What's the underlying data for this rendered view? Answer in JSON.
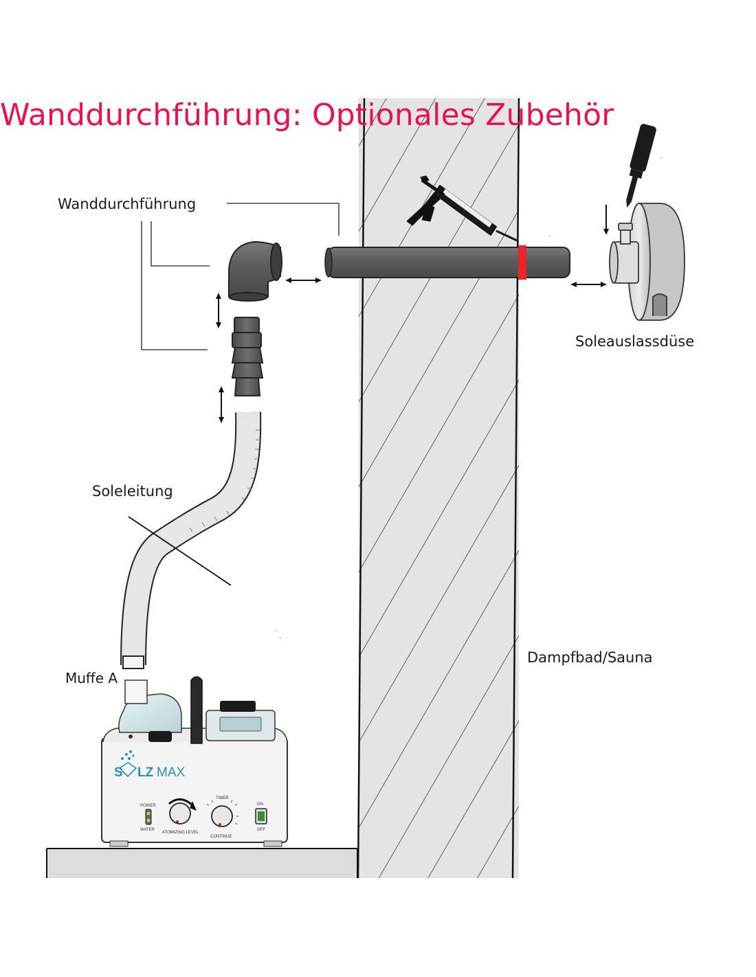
{
  "title": "Wanddurchführung: Optionales Zubehör",
  "labels": {
    "wall_passthrough": "Wanddurchführung",
    "brine_line": "Soleleitung",
    "sleeve_a": "Muffe A",
    "nozzle": "Soleauslassdüse",
    "room": "Dampfbad/Sauna"
  },
  "device": {
    "brand_prefix": "S",
    "brand_middle": "LZ",
    "brand_suffix": "MAX",
    "power": "POWER",
    "water": "WATER",
    "atomizing": "ATOMIZING LEVEL",
    "timer": "TIMER",
    "continue": "CONTINUE",
    "on": "ON",
    "off": "OFF"
  },
  "colors": {
    "title": "#e8124c",
    "pipe": "#5d5d5f",
    "seal": "#e8262a",
    "device_accent": "#2f8fb0"
  }
}
